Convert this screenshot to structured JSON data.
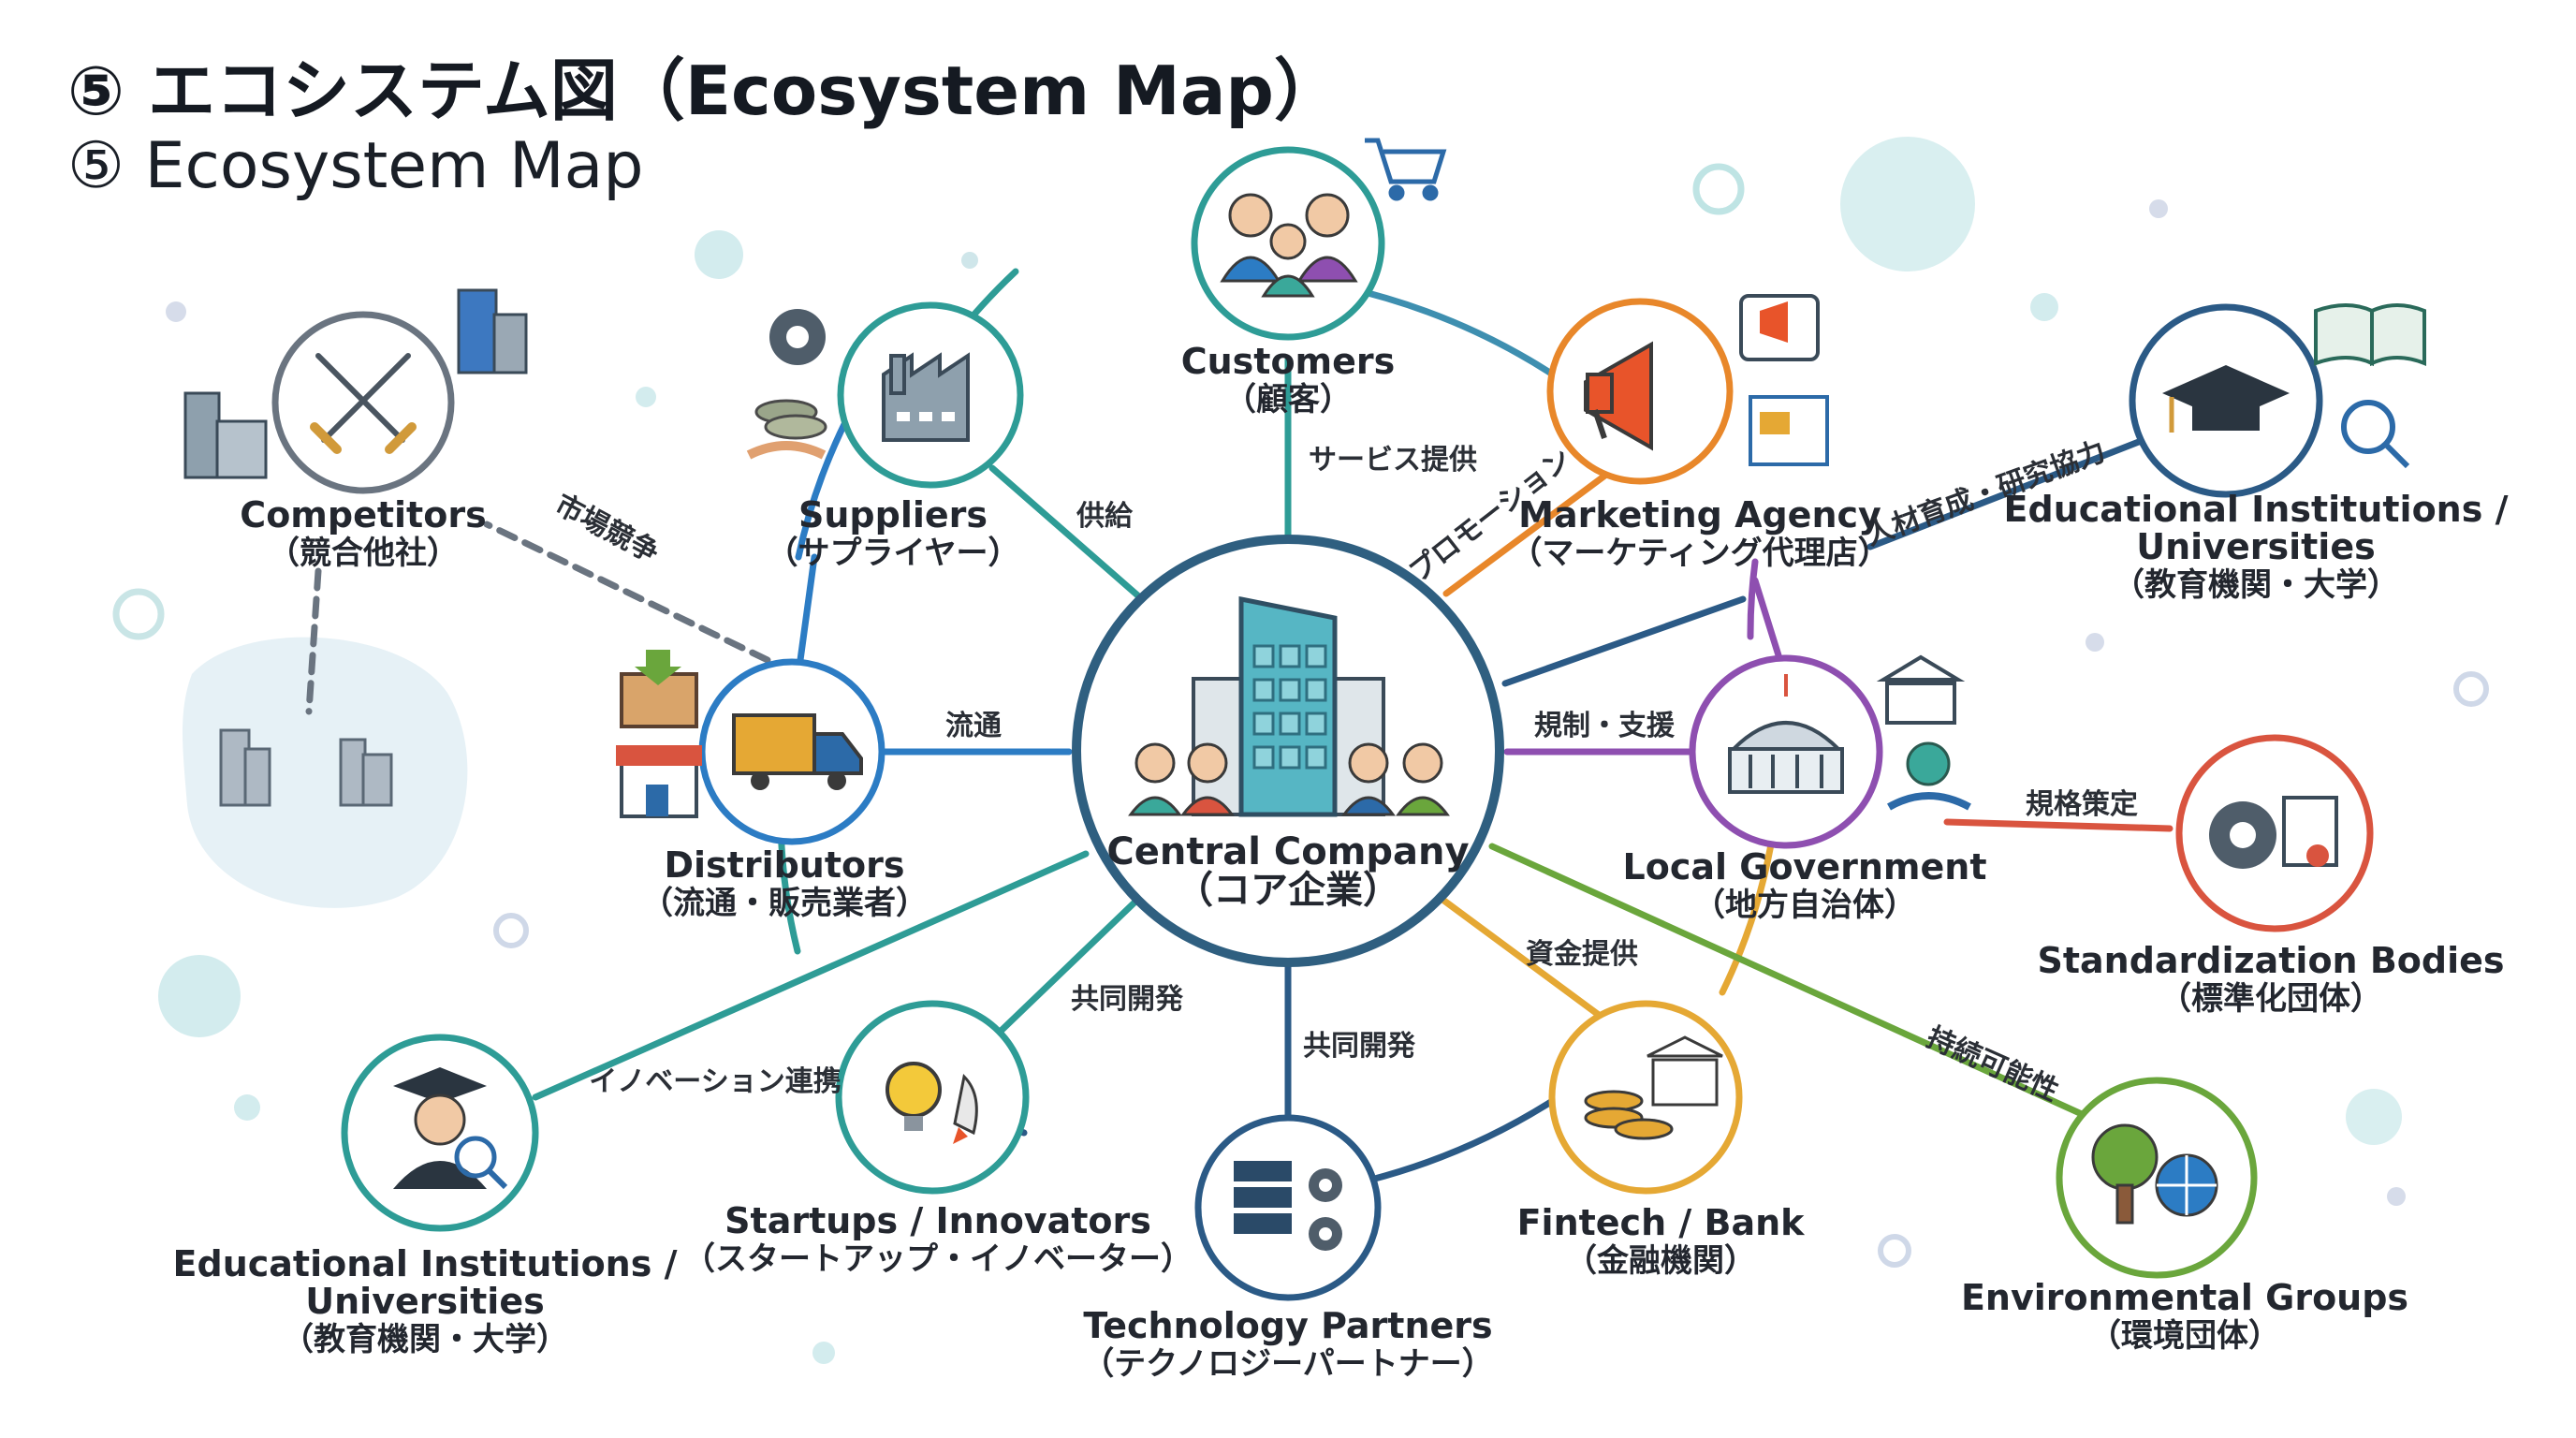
{
  "title": "⑤ エコシステム図（Ecosystem Map）",
  "subtitle": "⑤ Ecosystem Map",
  "center": {
    "en": "Central Company",
    "ja": "（コア企業）"
  },
  "nodes": {
    "customers": {
      "en": "Customers",
      "ja": "（顧客）"
    },
    "suppliers": {
      "en": "Suppliers",
      "ja": "（サプライヤー）"
    },
    "competitors": {
      "en": "Competitors",
      "ja": "（競合他社）"
    },
    "marketing": {
      "en": "Marketing Agency",
      "ja": "（マーケティング代理店）"
    },
    "edu_right": {
      "en": "Educational Institutions /",
      "en2": "Universities",
      "ja": "（教育機関・大学）"
    },
    "distributors": {
      "en": "Distributors",
      "ja": "（流通・販売業者）"
    },
    "localgov": {
      "en": "Local Government",
      "ja": "（地方自治体）"
    },
    "standard": {
      "en": "Standardization Bodies",
      "ja": "（標準化団体）"
    },
    "edu_left": {
      "en": "Educational Institutions /",
      "en2": "Universities",
      "ja": "（教育機関・大学）"
    },
    "startups": {
      "en": "Startups / Innovators",
      "ja": "（スタートアップ・イノベーター）"
    },
    "techpartners": {
      "en": "Technology Partners",
      "ja": "（テクノロジーパートナー）"
    },
    "fintech": {
      "en": "Fintech / Bank",
      "ja": "（金融機関）"
    },
    "environment": {
      "en": "Environmental Groups",
      "ja": "（環境団体）"
    }
  },
  "edges": {
    "service": "サービス提供",
    "supply": "供給",
    "promotion": "プロモーション",
    "hr_research": "人材育成・研究協力",
    "market_competition": "市場競争",
    "distribution": "流通",
    "regulation": "規制・支援",
    "standards": "規格策定",
    "innovation": "イノベーション連携",
    "codev1": "共同開発",
    "codev2": "共同開発",
    "funding": "資金提供",
    "sustainability": "持続可能性"
  },
  "icons": {
    "customers": "people-group-icon",
    "suppliers": "factory-icon",
    "competitors": "crossed-swords-icon",
    "marketing": "megaphone-icon",
    "edu_right": "graduation-cap-icon",
    "distributors": "delivery-truck-icon",
    "center": "office-building-icon",
    "localgov": "government-building-icon",
    "standard": "gear-certificate-icon",
    "edu_left": "graduate-icon",
    "startups": "lightbulb-rocket-icon",
    "techpartners": "server-gears-icon",
    "fintech": "bank-coins-icon",
    "environment": "tree-globe-icon"
  },
  "colors": {
    "center": "#2f5f80",
    "teal": "#2e9c96",
    "blue": "#2c7cc4",
    "orange": "#e8872a",
    "purple": "#8e4fb0",
    "navy": "#2b5a86",
    "red": "#d9543f",
    "green": "#6aa63c",
    "yellow": "#e5a834",
    "gray": "#6a7480"
  }
}
